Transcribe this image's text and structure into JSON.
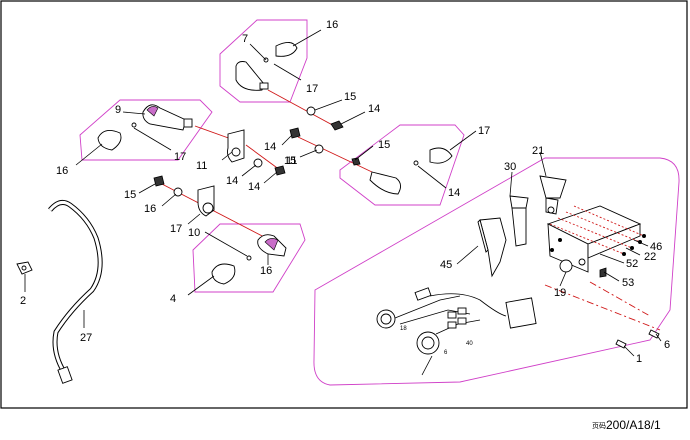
{
  "diagram": {
    "callouts": [
      "16",
      "7",
      "17",
      "15",
      "14",
      "9",
      "16",
      "17",
      "11",
      "14",
      "15",
      "14",
      "14",
      "15",
      "16",
      "17",
      "14",
      "15",
      "11",
      "17",
      "10",
      "16",
      "4",
      "2",
      "27",
      "30",
      "21",
      "45",
      "46",
      "52",
      "22",
      "53",
      "19",
      "18",
      "40",
      "6",
      "6",
      "1"
    ],
    "footer_code": "200/A18/1",
    "footer_prefix": "页码"
  }
}
